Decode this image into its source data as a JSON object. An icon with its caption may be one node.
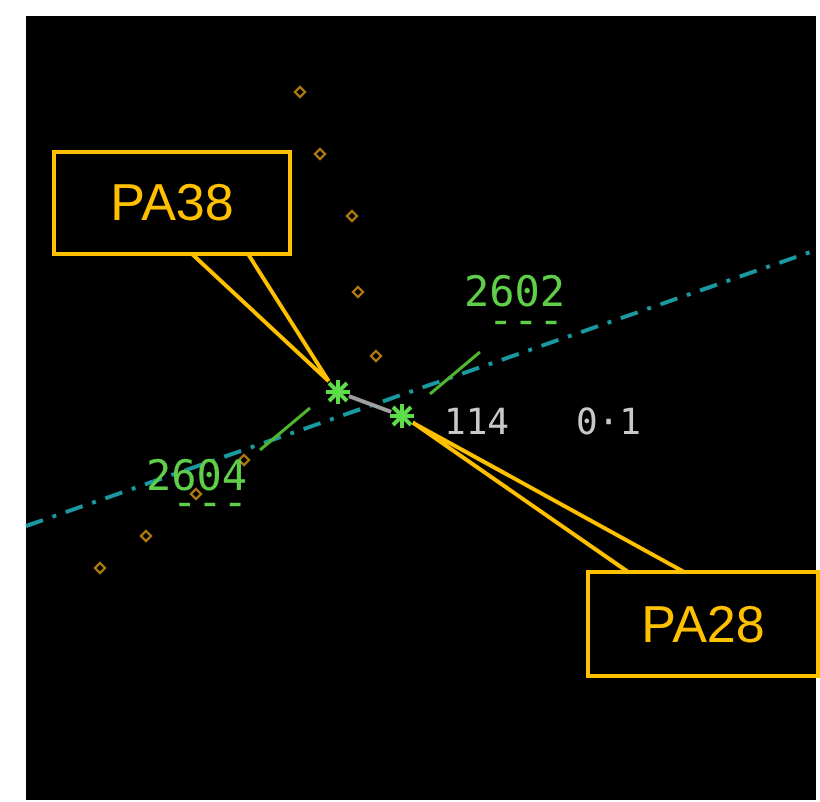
{
  "diagram": {
    "nodes": [
      {
        "text": [
          "PA38"
        ]
      },
      {
        "text": [],
        "shape": "star"
      },
      {
        "text": [
          "PA28"
        ]
      },
      {
        "text": [],
        "shape": "star"
      }
    ],
    "edges": [
      {
        "from": 0,
        "to": 1,
        "arrow": "none"
      },
      {
        "from": 2,
        "to": 3,
        "arrow": "none"
      },
      {
        "from": 1,
        "to": 3,
        "arrow": "none",
        "color": "#a0a0a0"
      }
    ],
    "labels": [
      "2602",
      "---",
      "114",
      "0·1",
      "2604",
      "---"
    ]
  }
}
